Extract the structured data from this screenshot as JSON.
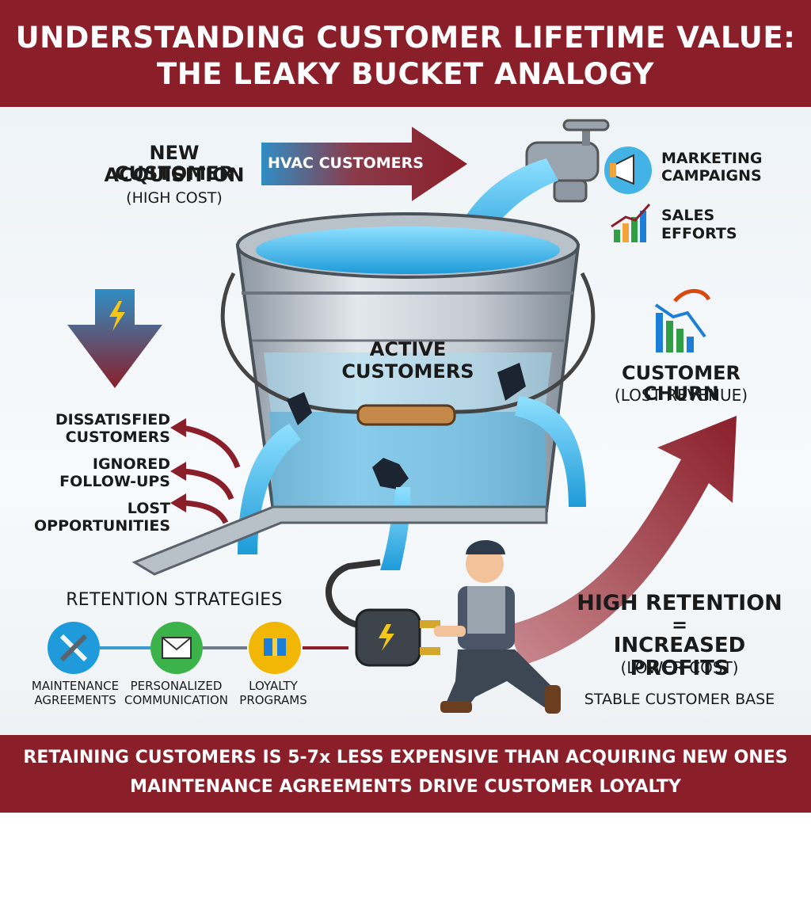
{
  "header": {
    "title_line1": "UNDERSTANDING CUSTOMER LIFETIME VALUE:",
    "title_line2": "THE LEAKY BUCKET ANALOGY"
  },
  "acquisition": {
    "title_line1": "NEW CUSTOMER",
    "title_line2": "ACQUISITION",
    "subtitle": "(HIGH COST)",
    "arrow_label": "HVAC CUSTOMERS"
  },
  "marketing": {
    "label_line1": "MARKETING",
    "label_line2": "CAMPAIGNS",
    "icon": "megaphone-icon"
  },
  "sales": {
    "label_line1": "SALES",
    "label_line2": "EFFORTS",
    "icon": "growth-chart-icon"
  },
  "bucket": {
    "label_line1": "ACTIVE",
    "label_line2": "CUSTOMERS"
  },
  "churn": {
    "title": "CUSTOMER CHURN",
    "subtitle": "(LOST REVENUE)",
    "icon": "declining-chart-icon"
  },
  "leaks": [
    {
      "line1": "DISSATISFIED",
      "line2": "CUSTOMERS"
    },
    {
      "line1": "IGNORED",
      "line2": "FOLLOW-UPS"
    },
    {
      "line1": "LOST",
      "line2": "OPPORTUNITIES"
    }
  ],
  "retention": {
    "title": "RETENTION STRATEGIES",
    "items": [
      {
        "line1": "MAINTENANCE",
        "line2": "AGREEMENTS",
        "icon": "tools-icon"
      },
      {
        "line1": "PERSONALIZED",
        "line2": "COMMUNICATION",
        "icon": "envelope-icon"
      },
      {
        "line1": "LOYALTY",
        "line2": "PROGRAMS",
        "icon": "gift-icon"
      }
    ]
  },
  "result": {
    "line1": "HIGH RETENTION",
    "equals": "=",
    "line2": "INCREASED PROFITS",
    "line3": "(LOWER COST)",
    "line4": "STABLE CUSTOMER BASE"
  },
  "footer": {
    "line1": "RETAINING CUSTOMERS IS 5-7x LESS EXPENSIVE THAN ACQUIRING NEW ONES",
    "line2": "MAINTENANCE AGREEMENTS DRIVE CUSTOMER LOYALTY"
  },
  "colors": {
    "brand_red": "#8a1f2a",
    "water": "#3fb6ea",
    "steel": "#aeb6bf"
  }
}
